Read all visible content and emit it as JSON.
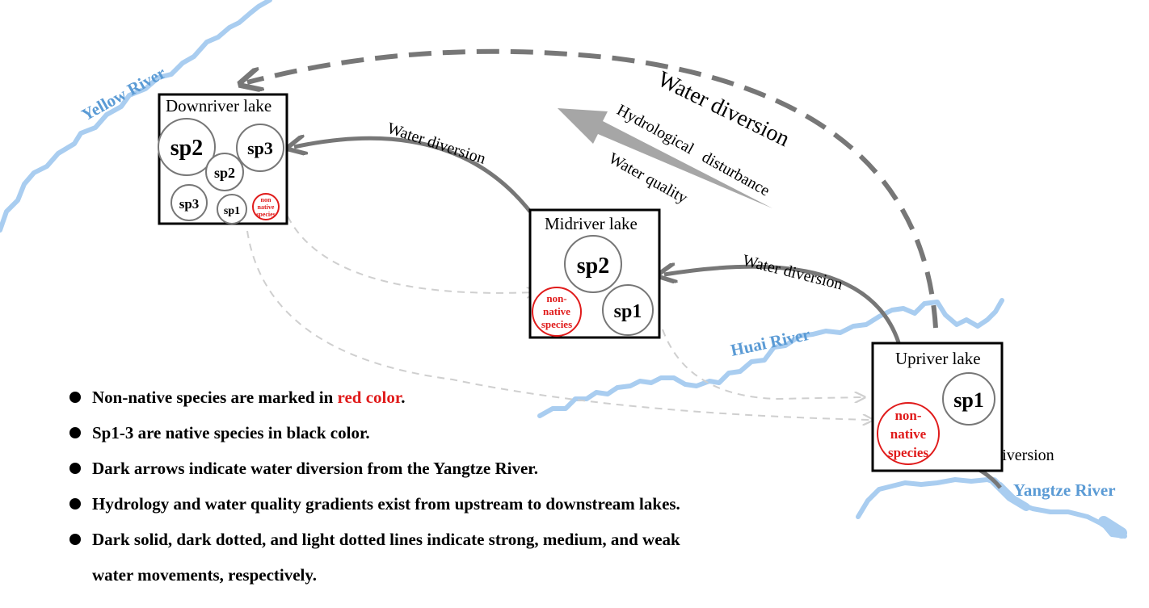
{
  "rivers": {
    "yellow": "Yellow River",
    "huai": "Huai River",
    "yangtze": "Yangtze River"
  },
  "lakes": {
    "downriver": {
      "title": "Downriver lake",
      "species": [
        "sp2",
        "sp3",
        "sp2",
        "sp3",
        "sp1"
      ],
      "non_native": [
        "non",
        "native",
        "species"
      ]
    },
    "midriver": {
      "title": "Midriver lake",
      "species": [
        "sp2",
        "sp1"
      ],
      "non_native": [
        "non-",
        "native",
        "species"
      ]
    },
    "upriver": {
      "title": "Upriver lake",
      "species": [
        "sp1"
      ],
      "non_native": [
        "non-",
        "native",
        "species"
      ]
    }
  },
  "arrows": {
    "water_diversion_large": "Water diversion",
    "water_diversion_down": "Water diversion",
    "water_diversion_mid": "Water diversion",
    "water_diversion_up": "Water diversion",
    "hydrological_disturbance": "Hydrological   disturbance",
    "water_quality": "Water quality"
  },
  "legend": {
    "item1_before": "Non-native species are marked in ",
    "item1_red": "red color",
    "item1_after": ".",
    "item2": "Sp1-3 are native species in black color.",
    "item3": "Dark arrows indicate water diversion from the Yangtze River.",
    "item4": "Hydrology and water quality gradients exist from upstream to downstream lakes.",
    "item5_line1": "Dark solid, dark dotted, and light dotted lines indicate strong, medium, and weak",
    "item5_line2": "water movements, respectively."
  },
  "colors": {
    "river": "#a9cdf0",
    "river_label": "#5b9bd5",
    "non_native": "#e01b1b",
    "dark_arrow": "#777777",
    "light_arrow": "#cfcfcf",
    "gradient_arrow": "#a6a6a6"
  }
}
